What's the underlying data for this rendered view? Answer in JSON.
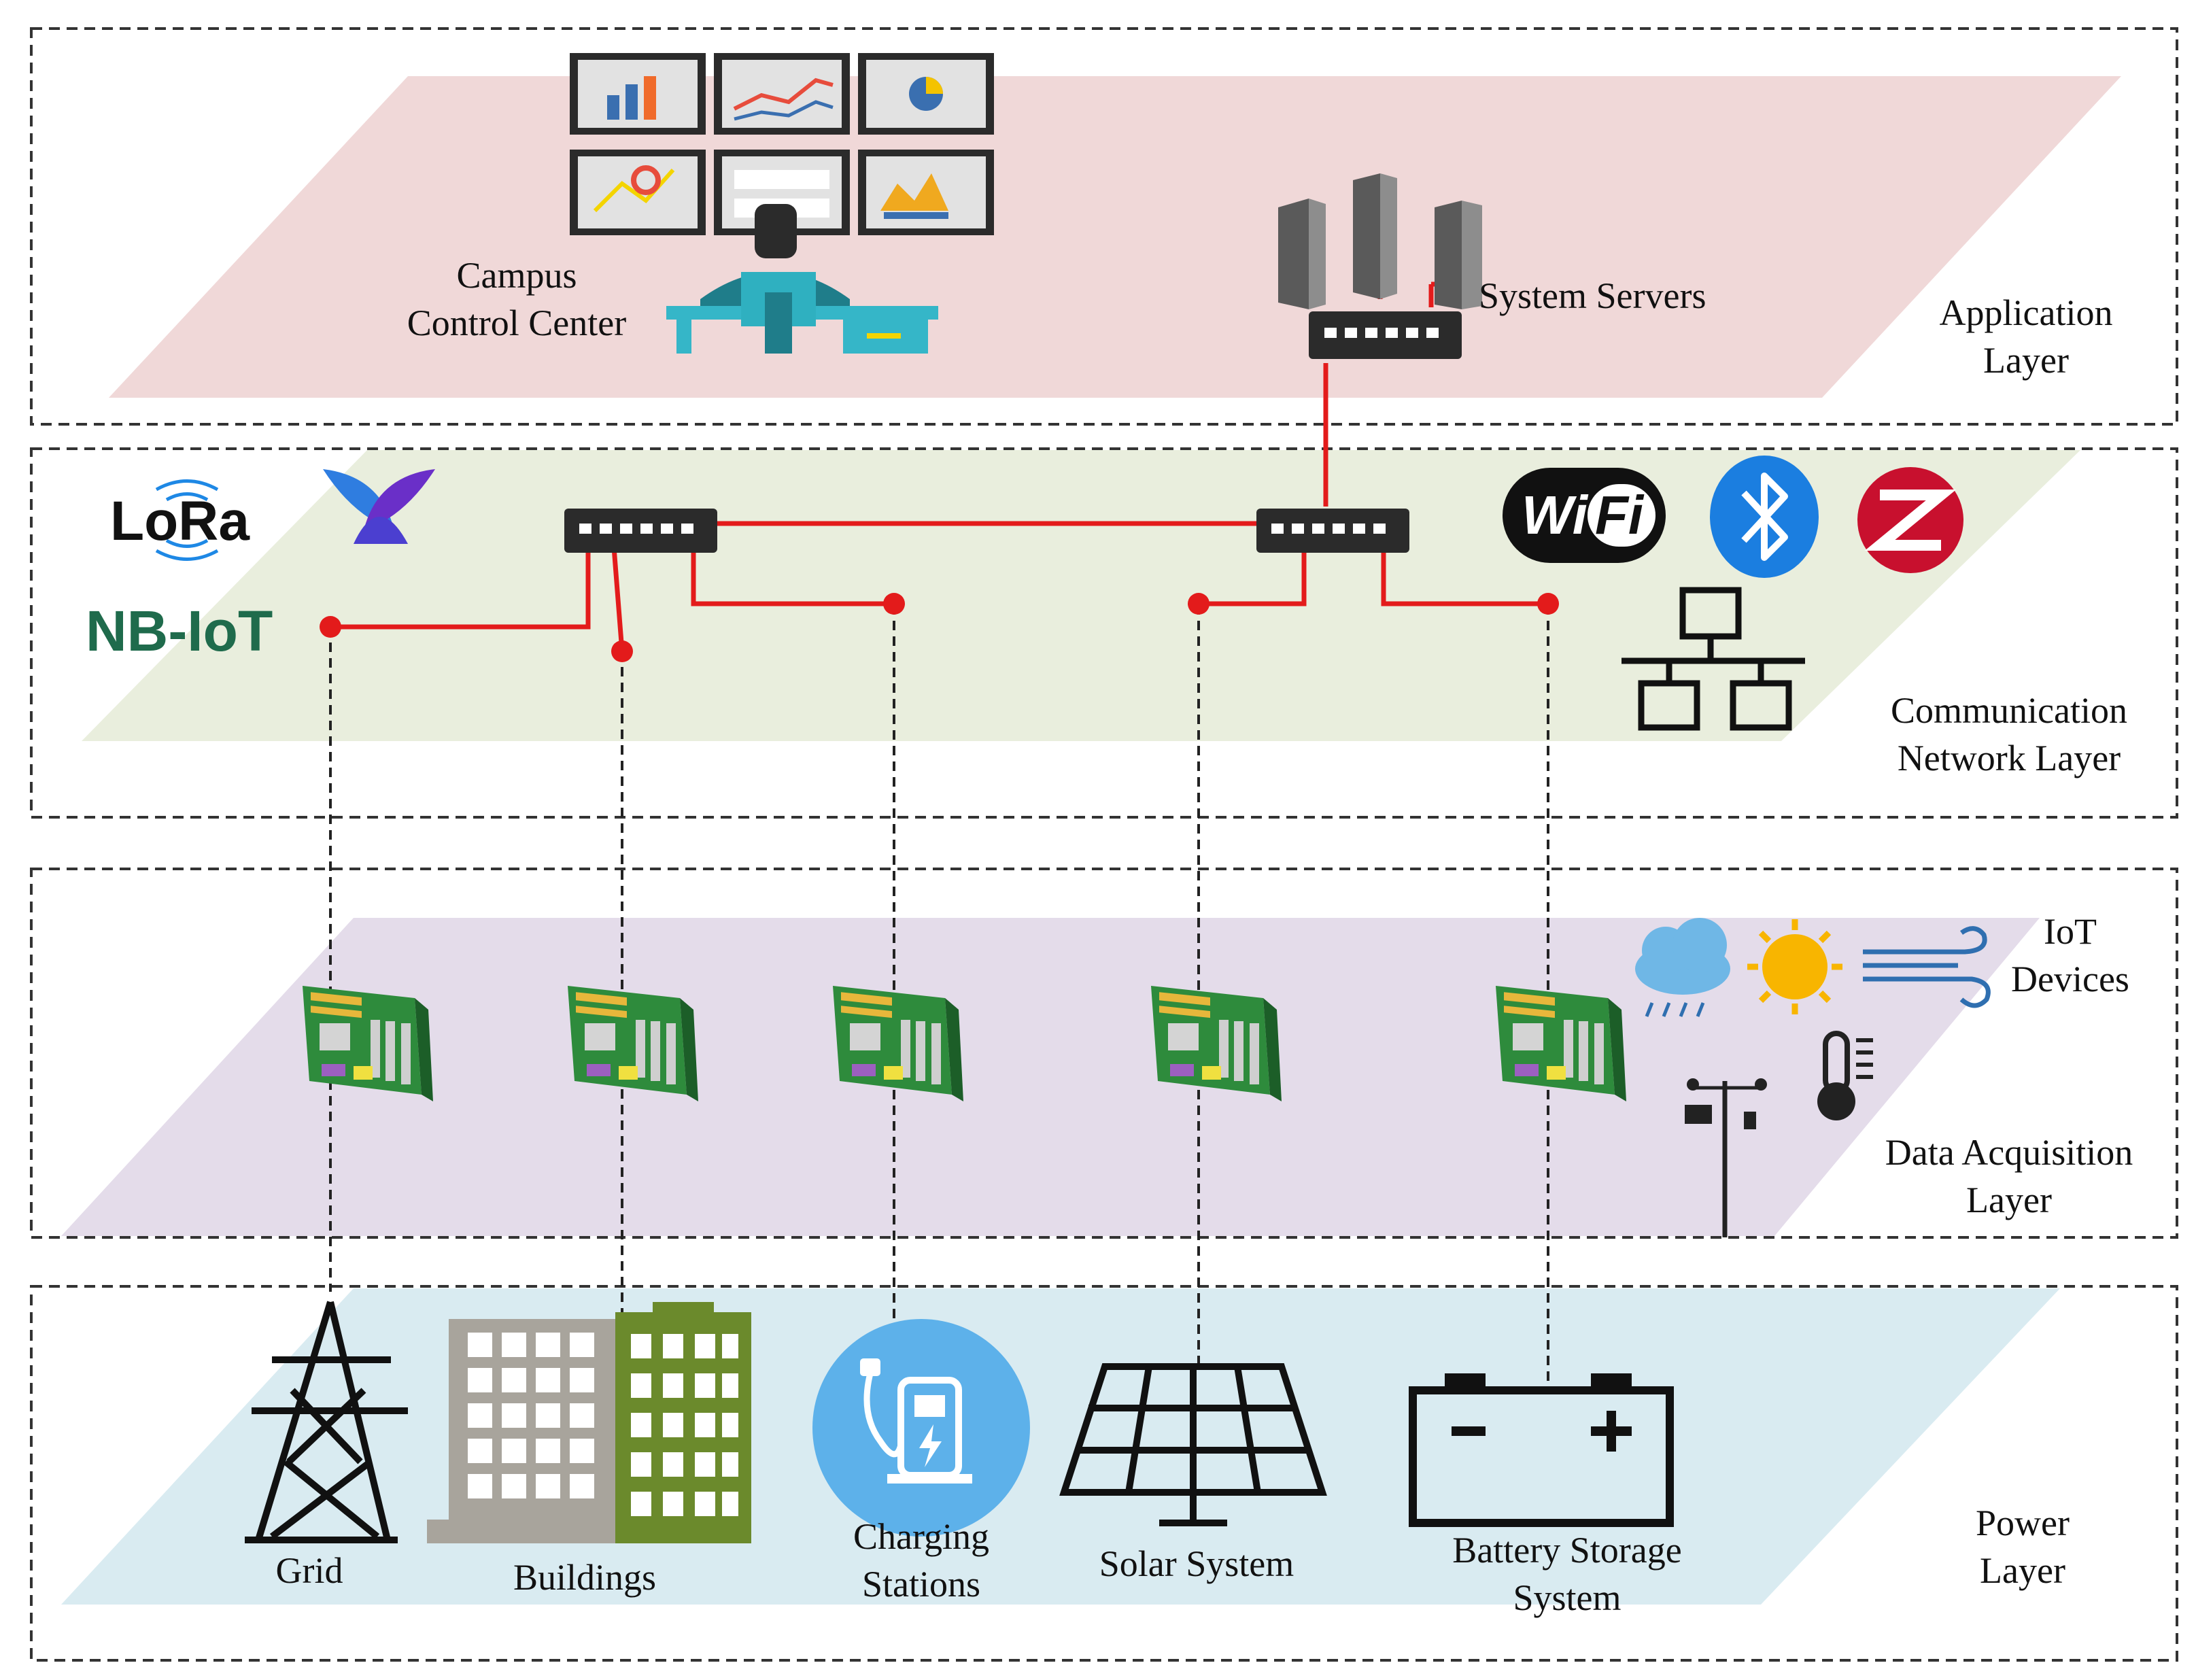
{
  "layers": {
    "application": {
      "name": "Application Layer",
      "line1": "Application",
      "line2": "Layer"
    },
    "communication": {
      "name": "Communication Network Layer",
      "line1": "Communication",
      "line2": "Network Layer"
    },
    "data_acquisition": {
      "name": "Data Acquisition Layer",
      "line1": "Data Acquisition",
      "line2": "Layer"
    },
    "power": {
      "name": "Power Layer",
      "line1": "Power",
      "line2": "Layer"
    }
  },
  "application": {
    "control_center": {
      "line1": "Campus",
      "line2": "Control Center"
    },
    "servers": "System Servers"
  },
  "communication": {
    "protocols": {
      "lora": "LoRa",
      "nbiot": "NB-IoT",
      "wifi_left": "Wi",
      "wifi_right": "Fi"
    }
  },
  "iot": {
    "line1": "IoT",
    "line2": "Devices"
  },
  "power": {
    "grid": "Grid",
    "buildings": "Buildings",
    "charging": {
      "line1": "Charging",
      "line2": "Stations"
    },
    "solar": "Solar System",
    "battery": {
      "line1": "Battery Storage",
      "line2": "System"
    }
  },
  "colors": {
    "application_plane": "#f0d8d8",
    "communication_plane": "#e9eedd",
    "acquisition_plane": "#e4dcea",
    "power_plane": "#d9ebf1",
    "link": "#e31b1b",
    "building_gray": "#a8a49c",
    "building_green": "#6b8a2c",
    "charging_blue": "#5db1ea",
    "nbiot_green": "#1f6b4c"
  }
}
